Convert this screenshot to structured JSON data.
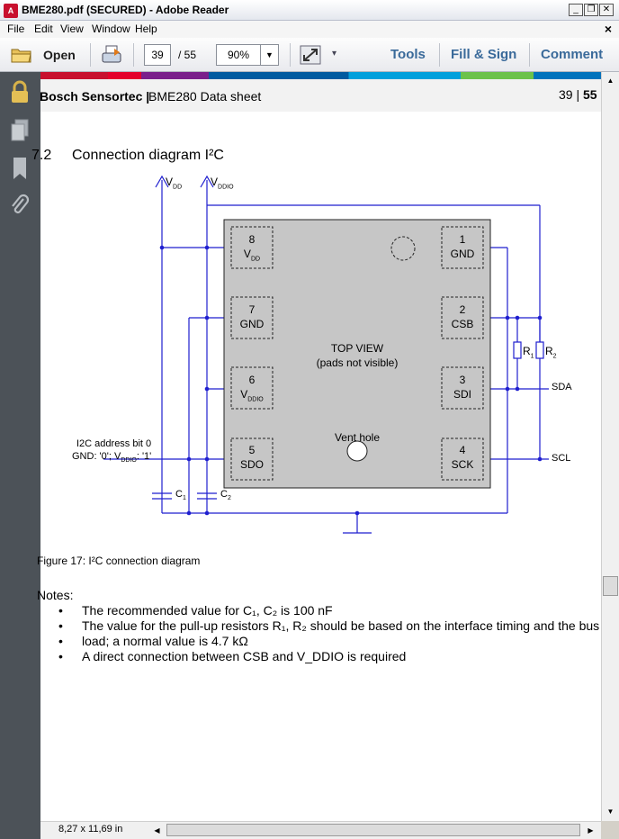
{
  "window": {
    "title": "BME280.pdf (SECURED) - Adobe Reader",
    "app_icon": "pdf-icon",
    "controls": [
      "minimize-icon",
      "restore-icon",
      "close-icon"
    ]
  },
  "menu": {
    "items": [
      "File",
      "Edit",
      "View",
      "Window",
      "Help"
    ],
    "close_glyph": "×"
  },
  "toolbar": {
    "open_label": "Open",
    "current_page": "39",
    "page_total": "/ 55",
    "zoom": "90%",
    "tools_label": "Tools",
    "fill_sign_label": "Fill & Sign",
    "comment_label": "Comment"
  },
  "document": {
    "header_company": "Bosch Sensortec |",
    "header_doc": "BME280 Data sheet",
    "page_of_current": "39 |",
    "page_of_total": "55",
    "section_number": "7.2",
    "section_title": "Connection diagram I²C",
    "figure_caption": "Figure 17: I²C connection diagram",
    "notes_heading": "Notes:",
    "notes": [
      "The recommended value for C₁, C₂ is 100 nF",
      "The value for the pull-up resistors R₁, R₂ should be based on the interface timing and the bus",
      "load; a normal value is 4.7 kΩ",
      "A direct connection between CSB and V_DDIO is required"
    ]
  },
  "diagram": {
    "vdd": "V",
    "vdd_sub": "DD",
    "vddio": "V",
    "vddio_sub": "DDIO",
    "top_view": "TOP VIEW",
    "pads_not_visible": "(pads not visible)",
    "vent_hole": "Vent hole",
    "pins": [
      {
        "num": "8",
        "name": "V",
        "sub": "DD"
      },
      {
        "num": "7",
        "name": "GND",
        "sub": ""
      },
      {
        "num": "6",
        "name": "V",
        "sub": "DDIO"
      },
      {
        "num": "5",
        "name": "SDO",
        "sub": ""
      },
      {
        "num": "1",
        "name": "GND",
        "sub": ""
      },
      {
        "num": "2",
        "name": "CSB",
        "sub": ""
      },
      {
        "num": "3",
        "name": "SDI",
        "sub": ""
      },
      {
        "num": "4",
        "name": "SCK",
        "sub": ""
      }
    ],
    "sda": "SDA",
    "scl": "SCL",
    "r1": "R",
    "r1_sub": "1",
    "r2": "R",
    "r2_sub": "2",
    "c1": "C",
    "c1_sub": "1",
    "c2": "C",
    "c2_sub": "2",
    "i2c_addr_line1": "I2C address bit 0",
    "i2c_addr_line2": "GND: '0'; V",
    "i2c_addr_sub": "DDIO",
    "i2c_addr_line2_end": ": '1'"
  },
  "status": {
    "page_size": "8,27 x 11,69 in"
  },
  "colors": {
    "wire": "#1f1fcf",
    "chip": "#c6c6c6",
    "leftpanel": "#4c5258",
    "accent_text": "#3a6a9a"
  }
}
